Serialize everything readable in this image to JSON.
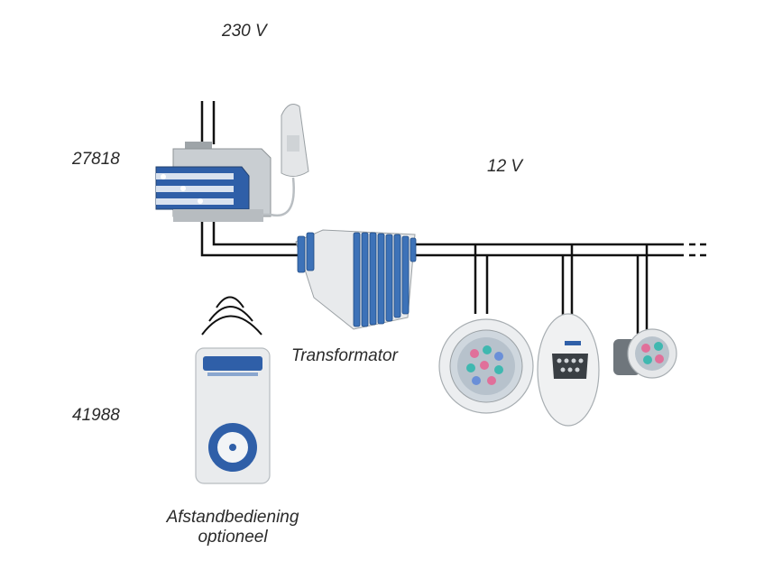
{
  "labels": {
    "voltage_in": "230 V",
    "controller_code": "27818",
    "voltage_out": "12 V",
    "transformer": "Transformator",
    "remote_code": "41988",
    "remote_line1": "Afstandbediening",
    "remote_line2": "optioneel"
  },
  "icons": [
    "controller-module",
    "light-sensor",
    "transformer",
    "remote-control",
    "wireless-signal-icon",
    "pool-light-large",
    "pool-light-niche",
    "pool-light-small"
  ],
  "colors": {
    "wire": "#111111",
    "accent_blue": "#2f5fa8",
    "device_grey": "#cfd3d6",
    "led_pink": "#e0709a",
    "led_teal": "#3fb8b0"
  }
}
